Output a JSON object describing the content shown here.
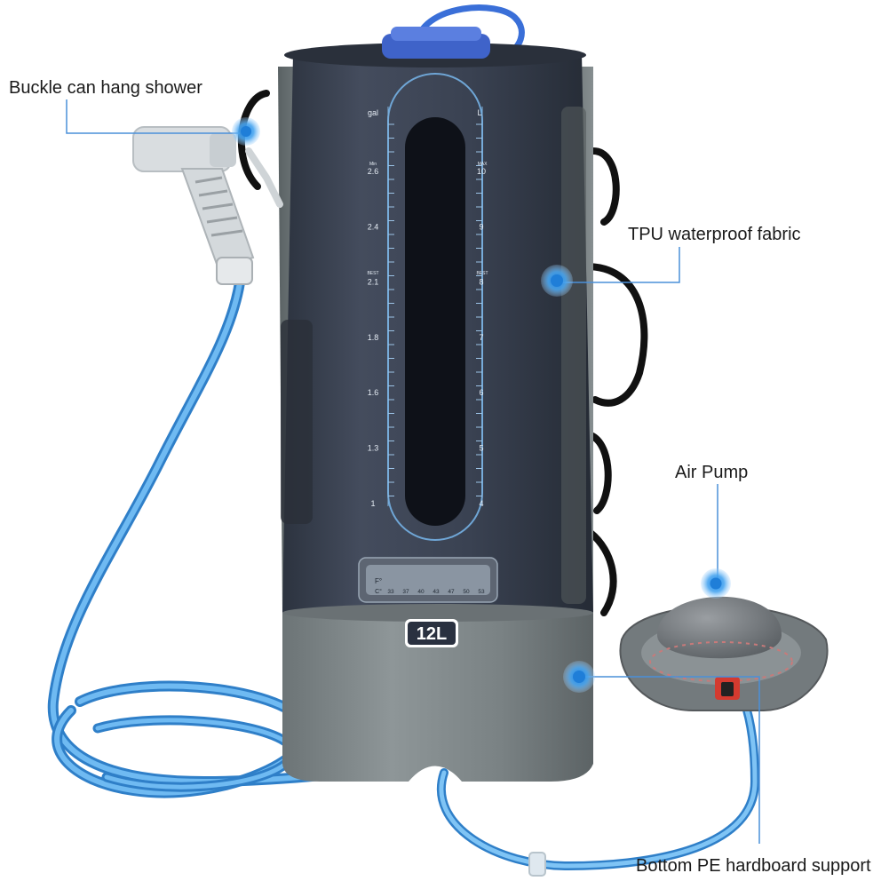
{
  "callouts": {
    "buckle": "Buckle can hang shower",
    "tpu": "TPU waterproof fabric",
    "pump": "Air Pump",
    "bottom": "Bottom PE hardboard support"
  },
  "gauge": {
    "left_header": "gal",
    "right_header": "L",
    "left_ticks": [
      "2.6",
      "2.4",
      "2.1",
      "1.8",
      "1.6",
      "1.3",
      "1"
    ],
    "right_ticks": [
      "10",
      "9",
      "8",
      "7",
      "6",
      "5",
      "4"
    ],
    "max_label": "MAX",
    "min_label": "Min",
    "best_label": "BEST"
  },
  "thermometer": {
    "unit_f": "F°",
    "unit_c": "C°",
    "values": [
      "33",
      "37",
      "40",
      "43",
      "47",
      "50",
      "53"
    ]
  },
  "capacity_badge": "12L",
  "colors": {
    "bag_body": "#3b4354",
    "bag_base": "#7f8789",
    "hose": "#4aa3e8",
    "callout_line": "#4a90d9",
    "callout_dot": "#2f8fe0",
    "cap": "#3f63c9"
  }
}
